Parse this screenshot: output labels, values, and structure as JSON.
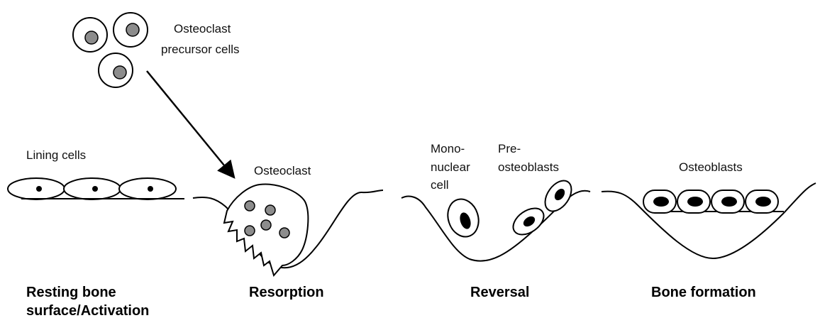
{
  "labels": {
    "precursor": [
      "Osteoclast",
      "precursor cells"
    ],
    "lining_cells": "Lining cells",
    "osteoclast": "Osteoclast",
    "mononuclear": [
      "Mono-",
      "nuclear",
      "cell"
    ],
    "preosteoblasts": [
      "Pre-",
      "osteoblasts"
    ],
    "osteoblasts": "Osteoblasts"
  },
  "stages": {
    "resting": [
      "Resting bone",
      "surface/Activation"
    ],
    "resorption": "Resorption",
    "reversal": "Reversal",
    "formation": "Bone formation"
  },
  "colors": {
    "line": "#000000",
    "nucleus_grey": "#8c8c8c",
    "nucleus_black": "#000000",
    "background": "#ffffff"
  }
}
